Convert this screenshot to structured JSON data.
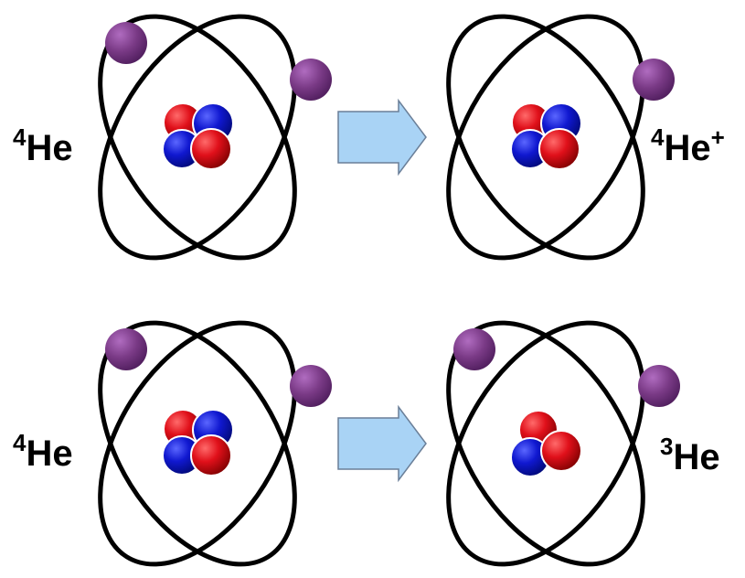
{
  "colors": {
    "orbit": "#000000",
    "electron": "#7a3a86",
    "proton": "#e0101a",
    "neutron": "#1018d0",
    "arrow_fill": "#a9d3f5",
    "arrow_stroke": "#6a7f98"
  },
  "rows": [
    {
      "left_atom": {
        "label": {
          "mass": "4",
          "symbol": "He",
          "charge": ""
        },
        "electrons": 2,
        "nucleons": [
          "proton",
          "neutron",
          "neutron",
          "proton"
        ]
      },
      "right_atom": {
        "label": {
          "mass": "4",
          "symbol": "He",
          "charge": "+"
        },
        "electrons": 1,
        "nucleons": [
          "proton",
          "neutron",
          "neutron",
          "proton"
        ]
      }
    },
    {
      "left_atom": {
        "label": {
          "mass": "4",
          "symbol": "He",
          "charge": ""
        },
        "electrons": 2,
        "nucleons": [
          "proton",
          "neutron",
          "neutron",
          "proton"
        ]
      },
      "right_atom": {
        "label": {
          "mass": "3",
          "symbol": "He",
          "charge": ""
        },
        "electrons": 2,
        "nucleons": [
          "proton",
          "neutron",
          "proton"
        ]
      }
    }
  ]
}
